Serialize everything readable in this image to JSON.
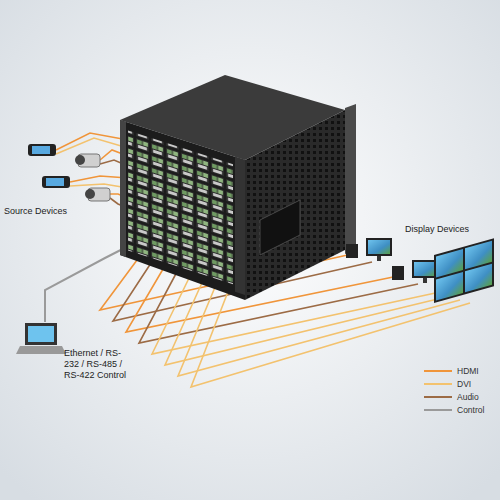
{
  "diagram": {
    "labels": [
      "Source Devices",
      "Display Devices",
      "Ethernet / RS-232 / RS-485 / RS-422 Control"
    ],
    "legend": [
      {
        "text": "HDMI"
      },
      {
        "text": "DVI"
      },
      {
        "text": "Audio"
      },
      {
        "text": "Control"
      }
    ]
  }
}
